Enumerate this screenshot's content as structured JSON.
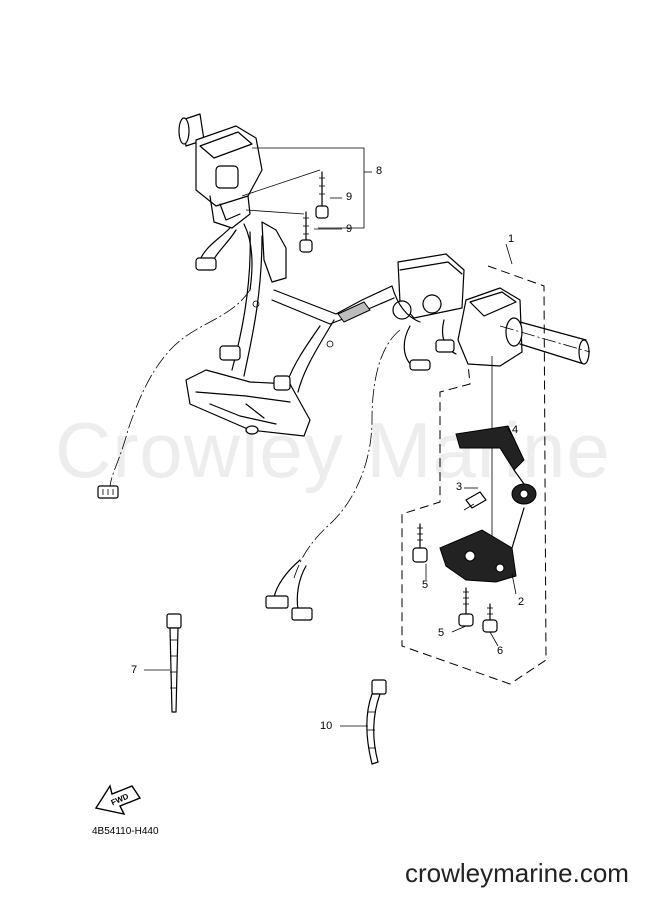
{
  "watermark": "Crowley Marine",
  "callouts": {
    "c1": "1",
    "c2": "2",
    "c3": "3",
    "c4": "4",
    "c5a": "5",
    "c5b": "5",
    "c6": "6",
    "c7": "7",
    "c8": "8",
    "c9a": "9",
    "c9b": "9",
    "c10": "10"
  },
  "fwd_label": "FWD",
  "diagram_code": "4B54110-H440",
  "site_url": "crowleymarine.com"
}
